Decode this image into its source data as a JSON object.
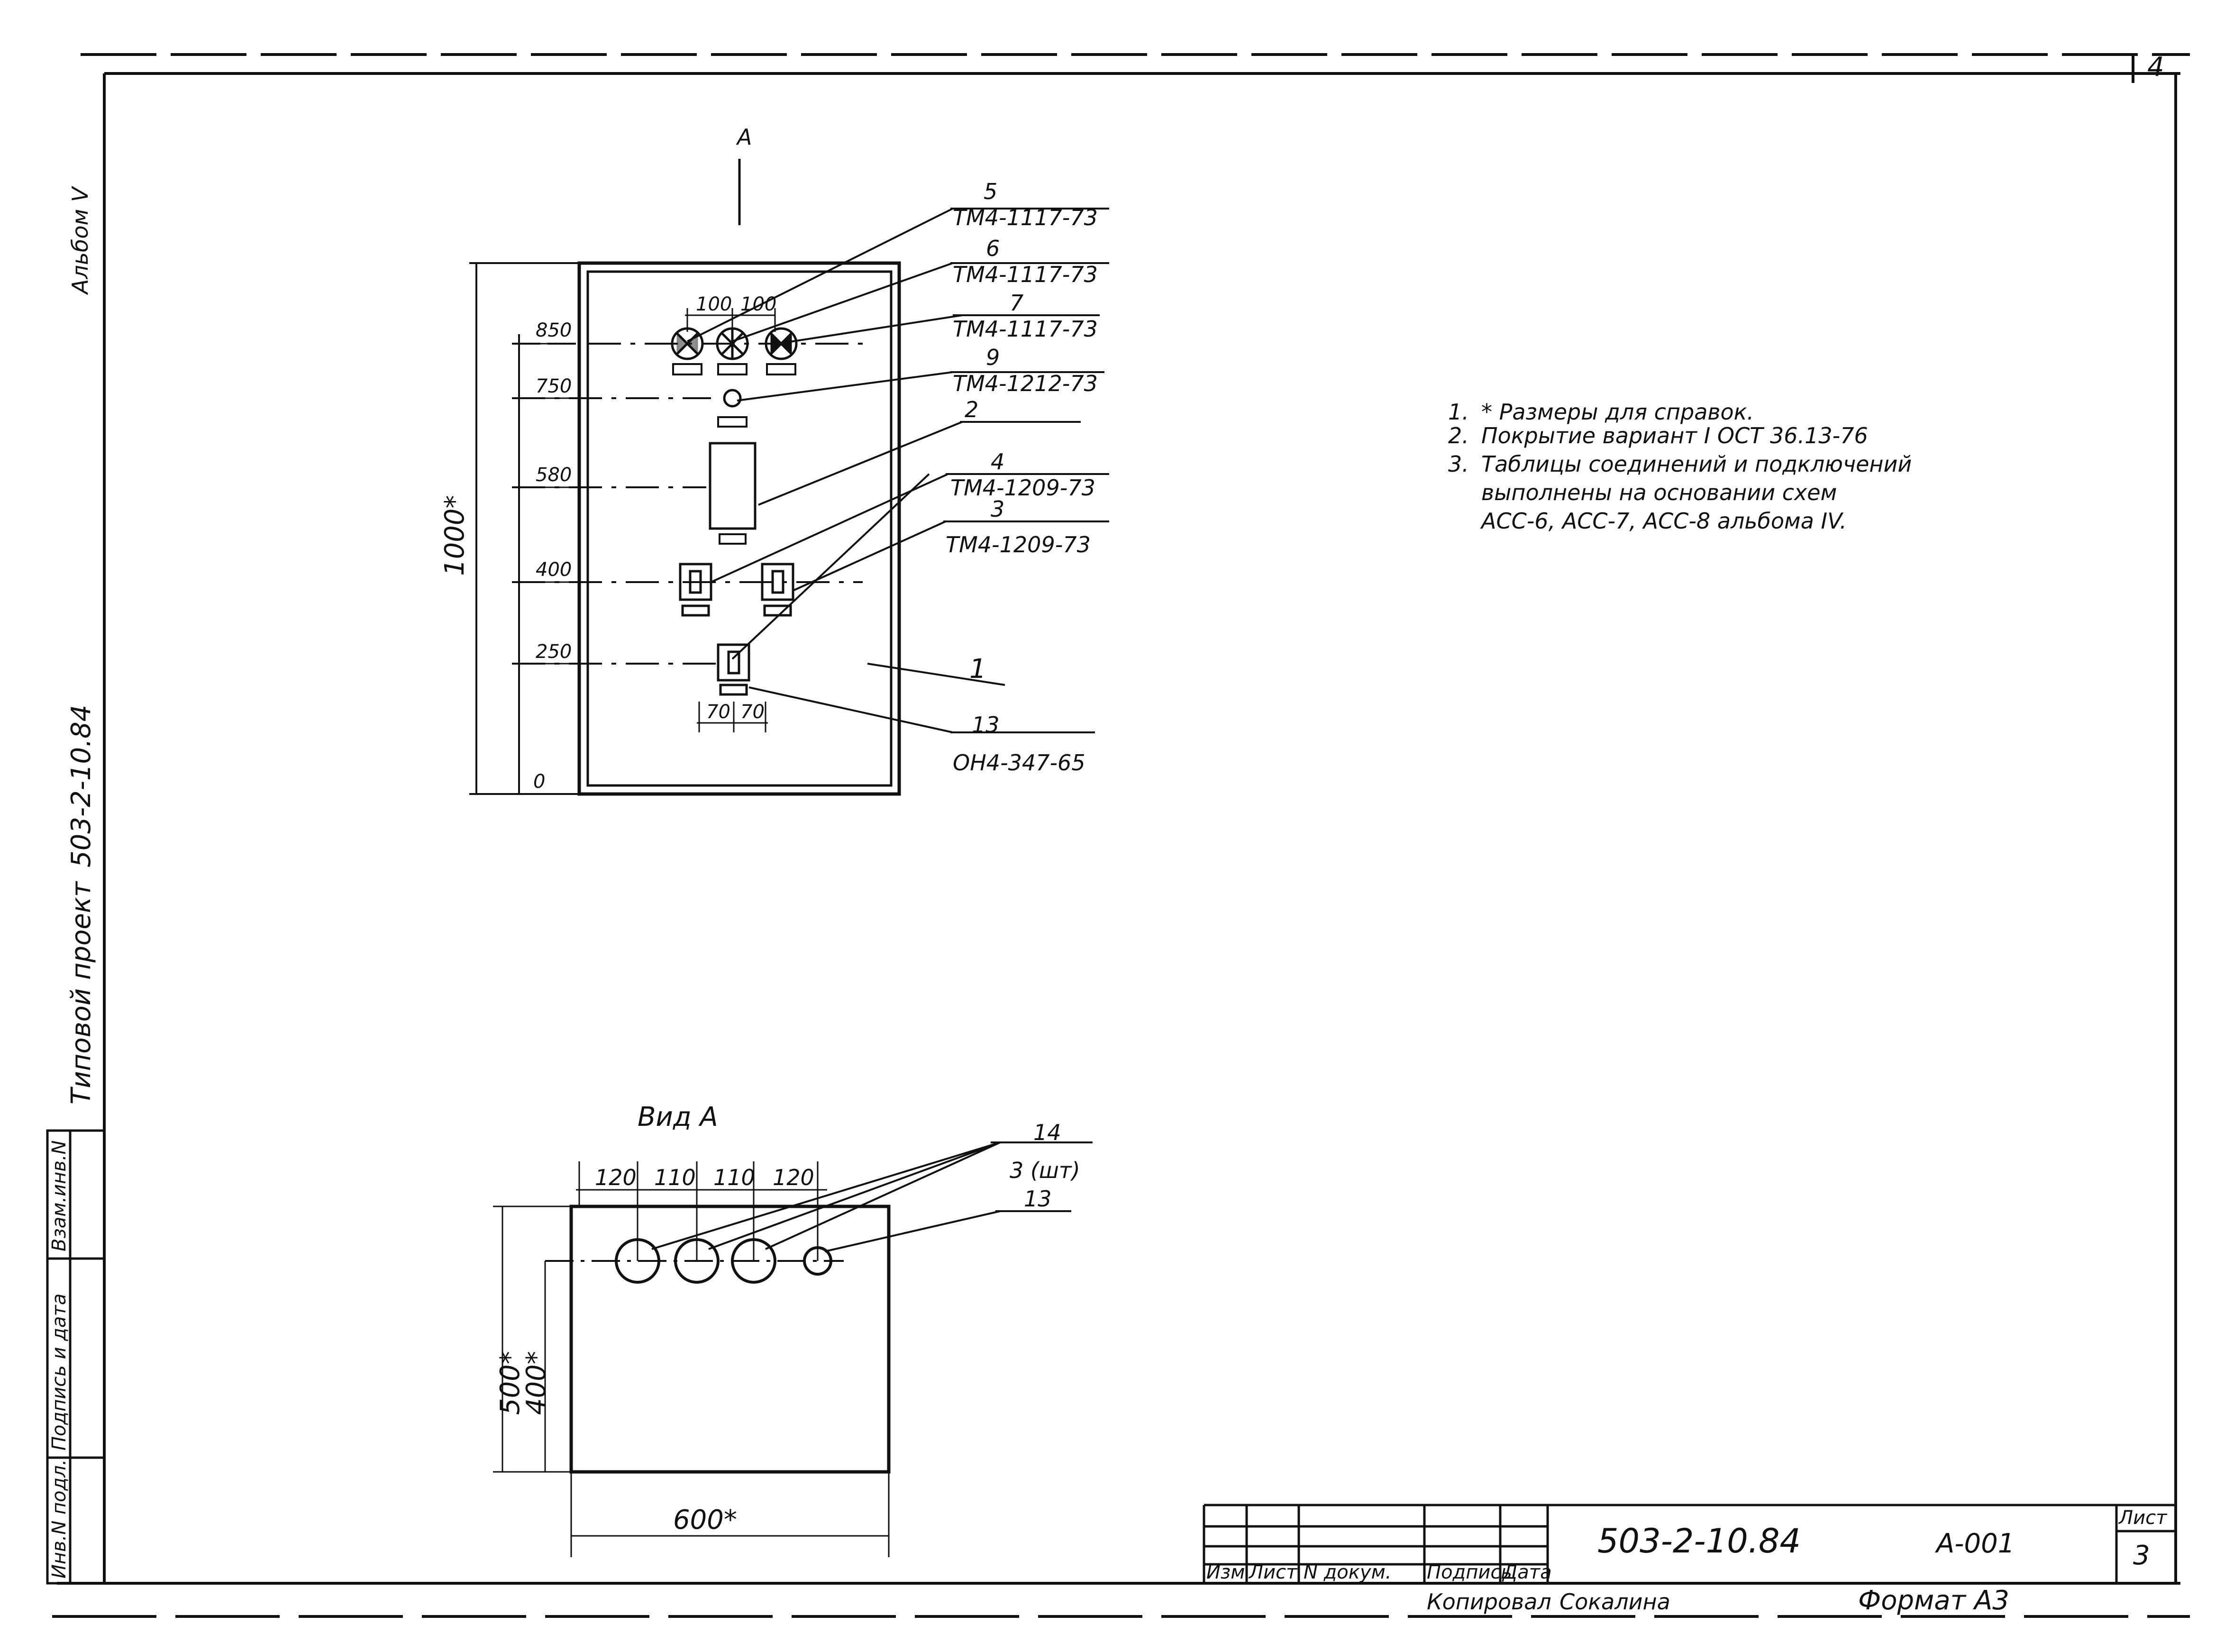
{
  "sheet_number": "4",
  "side_labels": {
    "album": "Альбом V",
    "project_label": "Типовой проект",
    "project_code": "503-2-10.84"
  },
  "left_stamp": {
    "col1": "Инв.N подл.",
    "col2": "Подпись и дата",
    "col3": "Взам.инв.N"
  },
  "front_view": {
    "view_marker": "А",
    "heights": [
      "850",
      "750",
      "580",
      "400",
      "250",
      "0"
    ],
    "overall_height": "1000*",
    "spacing_top_left": "100",
    "spacing_top_right": "100",
    "spacing_bottom_left": "70",
    "spacing_bottom_right": "70",
    "callouts": [
      {
        "num": "5",
        "code": "ТМ4-1117-73"
      },
      {
        "num": "6",
        "code": "ТМ4-1117-73"
      },
      {
        "num": "7",
        "code": "ТМ4-1117-73"
      },
      {
        "num": "9",
        "code": "ТМ4-1212-73"
      },
      {
        "num": "2",
        "code": ""
      },
      {
        "num": "4",
        "code": "ТМ4-1209-73"
      },
      {
        "num": "3",
        "code": "ТМ4-1209-73"
      },
      {
        "num": "1",
        "code": ""
      },
      {
        "num": "13",
        "code": "ОН4-347-65"
      }
    ]
  },
  "side_view": {
    "title": "Вид А",
    "dims": [
      "120",
      "110",
      "110",
      "120"
    ],
    "callout_num": "14",
    "callout_qty": "3 (шт)",
    "callout_num2": "13",
    "height_outer": "500*",
    "height_inner": "400*",
    "width": "600*"
  },
  "notes": [
    {
      "n": "1.",
      "text": "* Размеры для справок."
    },
    {
      "n": "2.",
      "text": "Покрытие вариант I ОСТ 36.13-76"
    },
    {
      "n": "3.",
      "text": "Таблицы соединений и подключений"
    },
    {
      "n": "",
      "text": "выполнены на основании схем"
    },
    {
      "n": "",
      "text": "АСС-6, АСС-7, АСС-8  альбома IV."
    }
  ],
  "title_block": {
    "doc_code": "503-2-10.84",
    "sheet_code": "А-001",
    "sheet_label": "Лист",
    "sheet_value": "3",
    "headers": [
      "Изм",
      "Лист",
      "N докум.",
      "Подпись",
      "Дата"
    ],
    "copied_label": "Копировал",
    "copied_name": "Сокалина",
    "format_label": "Формат А3"
  }
}
